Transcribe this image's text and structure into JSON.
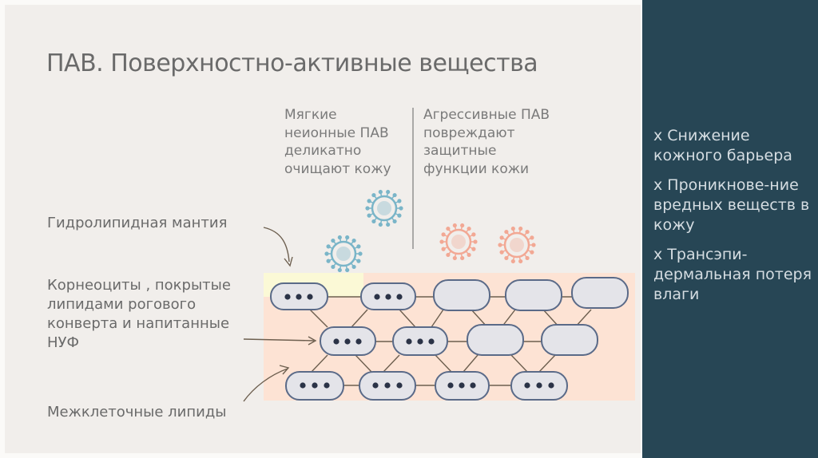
{
  "slide": {
    "title": "ПАВ. Поверхностно-активные вещества",
    "mild_text": "Мягкие неионные ПАВ деликатно очищают кожу",
    "aggressive_text": "Агрессивные ПАВ повреждают защитные функции кожи",
    "labels": {
      "mantle": "Гидролипидная мантия",
      "corneocytes": "Корнеоциты , покрытые липидами рогового конверта и напитанные НУФ",
      "intercellular": "Межклеточные липиды"
    },
    "effects": [
      "x Снижение кожного барьера",
      "x Проникнове-ние вредных веществ в кожу",
      "x Трансэпи-дермальная потеря влаги"
    ],
    "icons": {
      "mild_particle": "virus-icon",
      "aggressive_particle": "virus-icon"
    },
    "colors": {
      "background": "#f1eeeb",
      "side_panel": "#274655",
      "mantle_layer": "#fbf9d6",
      "skin_layer": "#fde3d4",
      "mild_particle": "#7ab5c8",
      "aggressive_particle": "#f2a894",
      "cell_fill": "#e4e4e9",
      "cell_outline": "#5a6a88"
    }
  }
}
